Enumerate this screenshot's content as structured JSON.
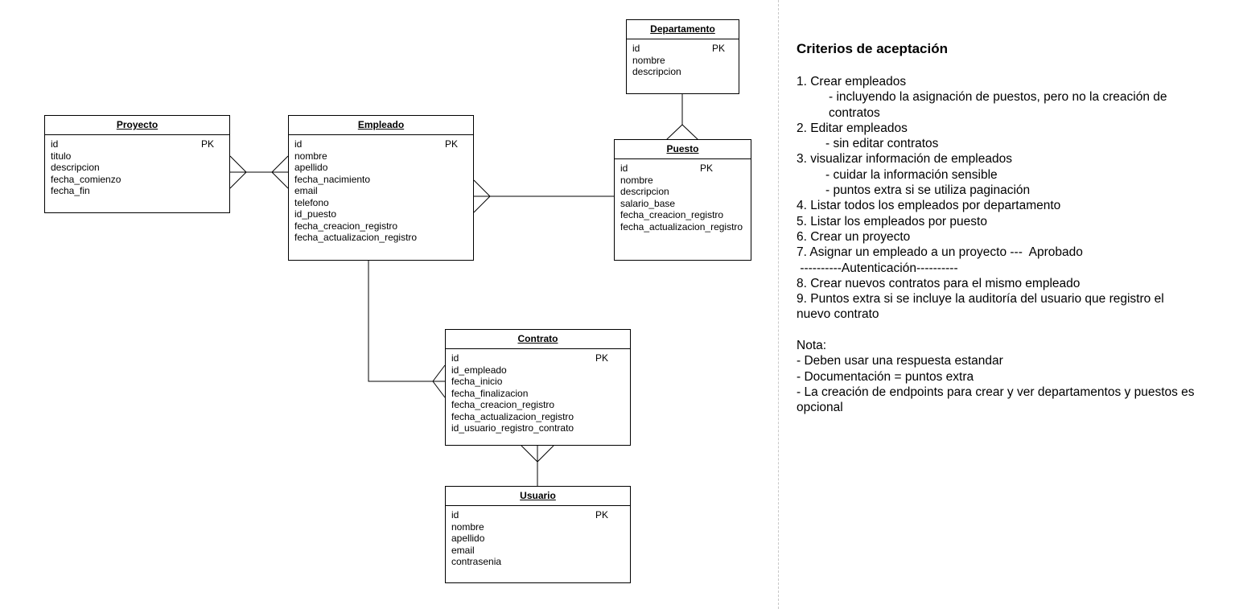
{
  "entities": {
    "departamento": {
      "name": "Departamento",
      "fields": [
        "id",
        "nombre",
        "descripcion"
      ],
      "pk": "PK"
    },
    "proyecto": {
      "name": "Proyecto",
      "fields": [
        "id",
        "titulo",
        "descripcion",
        "fecha_comienzo",
        "fecha_fin"
      ],
      "pk": "PK"
    },
    "empleado": {
      "name": "Empleado",
      "fields": [
        "id",
        "nombre",
        "apellido",
        "fecha_nacimiento",
        "email",
        "telefono",
        "id_puesto",
        "fecha_creacion_registro",
        "fecha_actualizacion_registro"
      ],
      "pk": "PK"
    },
    "puesto": {
      "name": "Puesto",
      "fields": [
        "id",
        "nombre",
        "descripcion",
        "salario_base",
        "fecha_creacion_registro",
        "fecha_actualizacion_registro"
      ],
      "pk": "PK"
    },
    "contrato": {
      "name": "Contrato",
      "fields": [
        "id",
        "id_empleado",
        "fecha_inicio",
        "fecha_finalizacion",
        "fecha_creacion_registro",
        "fecha_actualizacion_registro",
        "id_usuario_registro_contrato"
      ],
      "pk": "PK"
    },
    "usuario": {
      "name": "Usuario",
      "fields": [
        "id",
        "nombre",
        "apellido",
        "email",
        "contrasenia"
      ],
      "pk": "PK"
    }
  },
  "criteria": {
    "title": "Criterios de aceptación",
    "items": [
      "1. Crear empleados",
      "- incluyendo la asignación de puestos, pero no la creación de contratos",
      "2. Editar empleados",
      "- sin editar contratos",
      "3. visualizar información de empleados",
      "- cuidar la información sensible",
      "- puntos extra si se utiliza paginación",
      "4. Listar todos los empleados por departamento",
      "5. Listar los empleados por puesto",
      "6. Crear un proyecto",
      "7. Asignar un empleado a un proyecto ---  Aprobado",
      " ----------Autenticación----------",
      "8. Crear nuevos contratos para el mismo empleado",
      "9. Puntos extra si se incluye la auditoría del usuario que registro el nuevo contrato"
    ],
    "note_title": "Nota:",
    "notes": [
      "- Deben usar una respuesta estandar",
      "- Documentación = puntos extra",
      "- La creación de endpoints para crear y ver departamentos y puestos es opcional"
    ]
  }
}
